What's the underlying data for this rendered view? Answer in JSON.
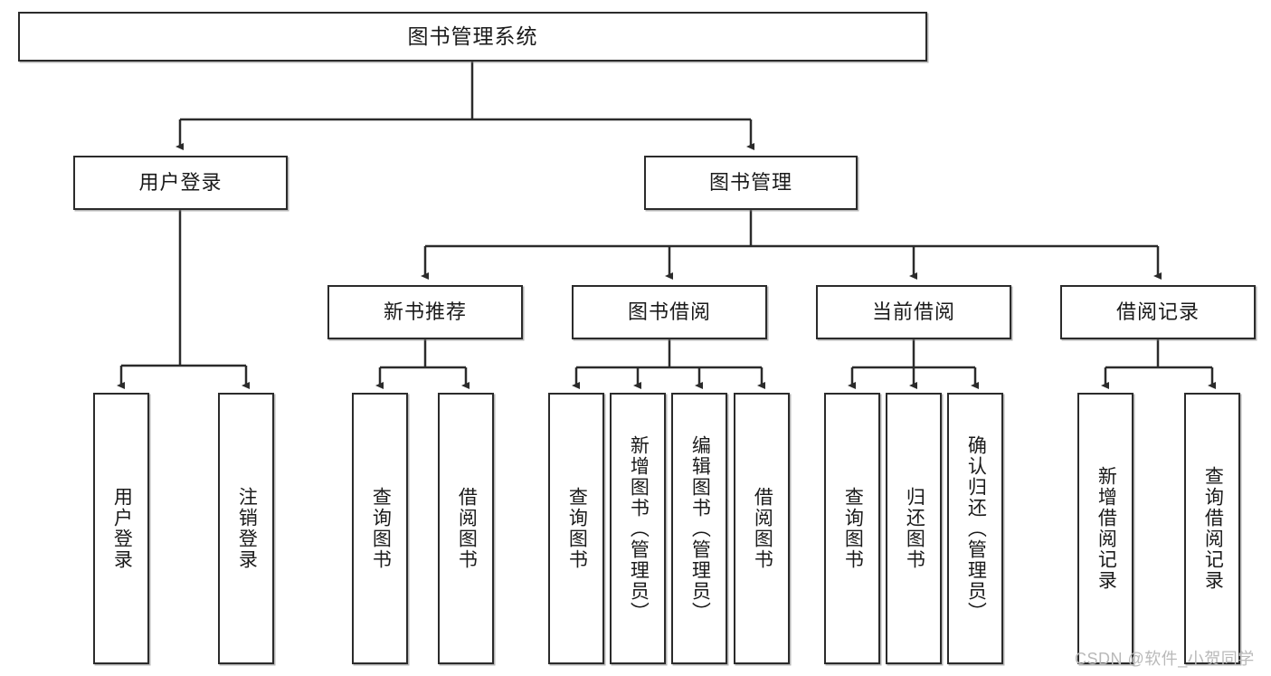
{
  "diagram": {
    "type": "hierarchy-tree",
    "title": "图书管理系统",
    "levels": 4,
    "root": {
      "label": "图书管理系统"
    },
    "level2": [
      {
        "label": "用户登录"
      },
      {
        "label": "图书管理"
      }
    ],
    "level3": [
      {
        "label": "新书推荐"
      },
      {
        "label": "图书借阅"
      },
      {
        "label": "当前借阅"
      },
      {
        "label": "借阅记录"
      }
    ],
    "leaves": {
      "user_login": [
        {
          "label": "用户登录"
        },
        {
          "label": "注销登录"
        }
      ],
      "new_book_recommend": [
        {
          "label": "查询图书"
        },
        {
          "label": "借阅图书"
        }
      ],
      "book_borrow": [
        {
          "label": "查询图书"
        },
        {
          "label": "新增图书（管理员）"
        },
        {
          "label": "编辑图书（管理员）"
        },
        {
          "label": "借阅图书"
        }
      ],
      "current_borrow": [
        {
          "label": "查询图书"
        },
        {
          "label": "归还图书"
        },
        {
          "label": "确认归还（管理员）"
        }
      ],
      "borrow_record": [
        {
          "label": "新增借阅记录"
        },
        {
          "label": "查询借阅记录"
        }
      ]
    }
  },
  "watermark": {
    "text": "CSDN @软件_小贺同学"
  },
  "colors": {
    "border": "#2b2b2b",
    "text": "#1a1a1a",
    "background": "#ffffff",
    "watermark": "#b9b9b9"
  }
}
